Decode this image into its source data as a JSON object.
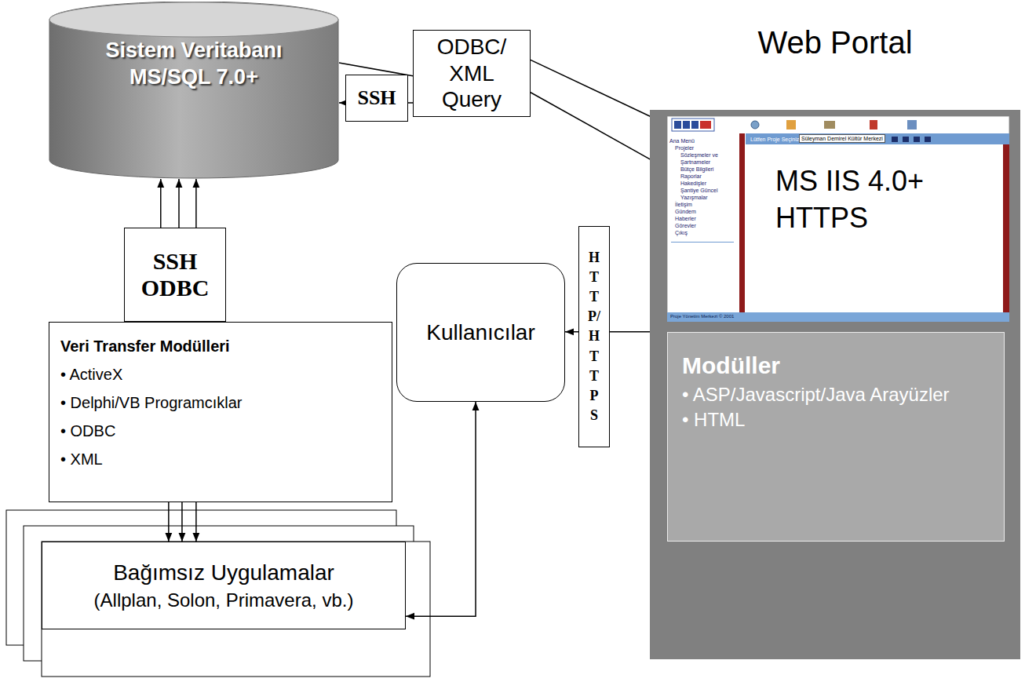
{
  "diagram": {
    "nodes": [
      {
        "text": [
          "Sistem Veritabanı MS/SQL 7.0+"
        ]
      },
      {
        "text": [
          "SSH"
        ]
      },
      {
        "text": [
          "ODBC/ XML Query"
        ]
      },
      {
        "text": [
          "Web Portal"
        ]
      },
      {
        "text": [
          "MS IIS 4.0+ HTTPS"
        ],
        "in": 3
      },
      {
        "text": [
          "Modüller",
          "• ASP/Javascript/Java Arayüzler",
          "• HTML"
        ],
        "in": 3
      },
      {
        "text": [
          "SSH ODBC"
        ]
      },
      {
        "text": [
          "HTTP/HTTPS"
        ]
      },
      {
        "text": [
          "Kullanıcılar"
        ]
      },
      {
        "text": [
          "Veri Transfer Modülleri",
          "• ActiveX",
          "• Delphi/VB Programcıklar",
          "• ODBC",
          "• XML"
        ]
      },
      {
        "text": [
          "Bağımsız Uygulamalar",
          "(Allplan, Solon, Primavera, vb.)"
        ]
      }
    ],
    "edges": [
      {
        "from": 0,
        "to": 2,
        "arrow": "none"
      },
      {
        "from": 2,
        "to": 0,
        "arrow": "to"
      },
      {
        "from": 2,
        "to": 4,
        "arrow": "to"
      },
      {
        "from": 2,
        "to": 4,
        "arrow": "to"
      },
      {
        "from": 9,
        "to": 0,
        "arrow": "to"
      },
      {
        "from": 9,
        "to": 0,
        "arrow": "to"
      },
      {
        "from": 9,
        "to": 0,
        "arrow": "to"
      },
      {
        "from": 9,
        "to": 10,
        "arrow": "to"
      },
      {
        "from": 9,
        "to": 10,
        "arrow": "to"
      },
      {
        "from": 9,
        "to": 10,
        "arrow": "to"
      },
      {
        "from": 8,
        "to": 10,
        "arrow": "both"
      },
      {
        "from": 3,
        "to": 8,
        "arrow": "to"
      }
    ],
    "labels": [
      "Lütfen Proje Seçiniz:",
      "Süleyman Demirel Kültür Merkezi",
      "Ana Menü",
      "Projeler",
      "Sözleşmeler ve Şartnameler",
      "Bütçe Bilgileri",
      "Raporlar",
      "Hakedişler",
      "Şantiye Güncel",
      "Yazışmalar",
      "İletişim",
      "Gündem",
      "Haberler",
      "Görevler",
      "Çıkış",
      "Proje Yönetim Merkezi © 2001"
    ]
  }
}
